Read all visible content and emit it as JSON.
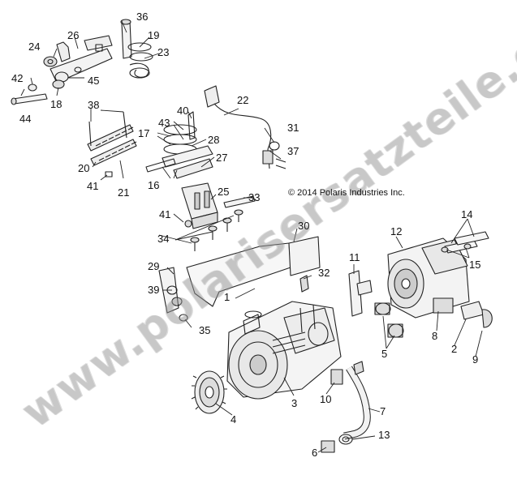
{
  "copyright": "© 2014 Polaris Industries Inc.",
  "watermark": "www.polarisersatzteile.de",
  "callouts": [
    {
      "id": "n1",
      "label": "1"
    },
    {
      "id": "n2",
      "label": "2"
    },
    {
      "id": "n3",
      "label": "3"
    },
    {
      "id": "n4",
      "label": "4"
    },
    {
      "id": "n5",
      "label": "5"
    },
    {
      "id": "n6",
      "label": "6"
    },
    {
      "id": "n7",
      "label": "7"
    },
    {
      "id": "n8",
      "label": "8"
    },
    {
      "id": "n9",
      "label": "9"
    },
    {
      "id": "n10",
      "label": "10"
    },
    {
      "id": "n11",
      "label": "11"
    },
    {
      "id": "n12",
      "label": "12"
    },
    {
      "id": "n13",
      "label": "13"
    },
    {
      "id": "n14",
      "label": "14"
    },
    {
      "id": "n15",
      "label": "15"
    },
    {
      "id": "n16",
      "label": "16"
    },
    {
      "id": "n17",
      "label": "17"
    },
    {
      "id": "n18",
      "label": "18"
    },
    {
      "id": "n19",
      "label": "19"
    },
    {
      "id": "n20",
      "label": "20"
    },
    {
      "id": "n21",
      "label": "21"
    },
    {
      "id": "n22",
      "label": "22"
    },
    {
      "id": "n23",
      "label": "23"
    },
    {
      "id": "n24",
      "label": "24"
    },
    {
      "id": "n25",
      "label": "25"
    },
    {
      "id": "n26",
      "label": "26"
    },
    {
      "id": "n27",
      "label": "27"
    },
    {
      "id": "n28",
      "label": "28"
    },
    {
      "id": "n29",
      "label": "29"
    },
    {
      "id": "n30",
      "label": "30"
    },
    {
      "id": "n31",
      "label": "31"
    },
    {
      "id": "n32",
      "label": "32"
    },
    {
      "id": "n33",
      "label": "33"
    },
    {
      "id": "n34",
      "label": "34"
    },
    {
      "id": "n35",
      "label": "35"
    },
    {
      "id": "n36",
      "label": "36"
    },
    {
      "id": "n37",
      "label": "37"
    },
    {
      "id": "n38",
      "label": "38"
    },
    {
      "id": "n39",
      "label": "39"
    },
    {
      "id": "n40",
      "label": "40"
    },
    {
      "id": "n41a",
      "label": "41"
    },
    {
      "id": "n41b",
      "label": "41"
    },
    {
      "id": "n42",
      "label": "42"
    },
    {
      "id": "n43",
      "label": "43"
    },
    {
      "id": "n44",
      "label": "44"
    },
    {
      "id": "n45",
      "label": "45"
    }
  ]
}
